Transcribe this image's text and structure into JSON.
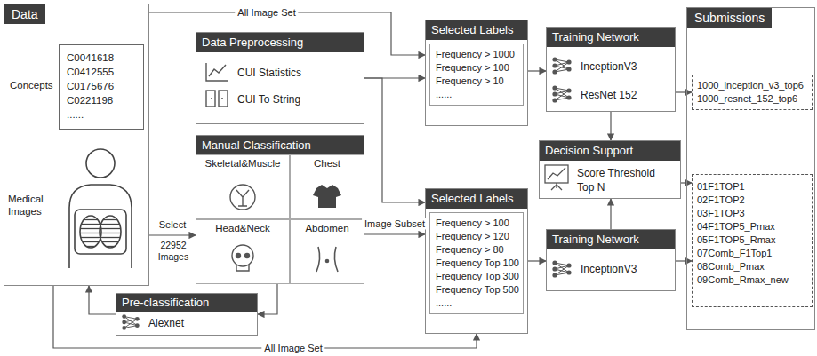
{
  "diagram": {
    "nodes": [
      {
        "text": [
          "Data",
          "Concepts",
          "Medical Images"
        ]
      },
      {
        "text": [
          "C0041618",
          "C0412555",
          "C0175676",
          "C0221198",
          "......"
        ],
        "in": 0
      },
      {
        "text": [
          "Data Preprocessing",
          "CUI Statistics",
          "CUI To String"
        ]
      },
      {
        "text": [
          "Manual Classification"
        ]
      },
      {
        "text": [
          "Skeletal&Muscle"
        ],
        "in": 3
      },
      {
        "text": [
          "Chest"
        ],
        "in": 3
      },
      {
        "text": [
          "Head&Neck"
        ],
        "in": 3
      },
      {
        "text": [
          "Abdomen"
        ],
        "in": 3
      },
      {
        "text": [
          "Pre-classification",
          "Alexnet"
        ]
      },
      {
        "text": [
          "Selected Labels",
          "Frequency > 1000",
          "Frequency > 100",
          "Frequency > 10",
          "......"
        ]
      },
      {
        "text": [
          "Training Network",
          "InceptionV3",
          "ResNet 152"
        ]
      },
      {
        "text": [
          "Decision Support",
          "Score Threshold",
          "Top N"
        ]
      },
      {
        "text": [
          "Selected Labels",
          "Frequency > 100",
          "Frequency > 120",
          "Frequency > 80",
          "Frequency Top 100",
          "Frequency Top 300",
          "Frequency Top 500",
          "......"
        ]
      },
      {
        "text": [
          "Training Network",
          "InceptionV3"
        ]
      },
      {
        "text": [
          "Submissions"
        ]
      },
      {
        "text": [
          "1000_inception_v3_top6",
          "1000_resnet_152_top6"
        ],
        "in": 14
      },
      {
        "text": [
          "01F1TOP1",
          "02F1TOP2",
          "03F1TOP3",
          "04F1TOP5_Pmax",
          "05F1TOP5_Rmax",
          "07Comb_F1Top1",
          "08Comb_Pmax",
          "09Comb_Rmax_new"
        ],
        "in": 14
      }
    ],
    "edges": [
      {
        "from": 0,
        "to": 9,
        "arrow": "to",
        "label": "All Image Set"
      },
      {
        "from": 2,
        "to": 9,
        "arrow": "to"
      },
      {
        "from": 2,
        "to": 12,
        "arrow": "to"
      },
      {
        "from": 0,
        "to": 3,
        "arrow": "to",
        "label": "Select"
      },
      {
        "from": 3,
        "to": 12,
        "arrow": "to",
        "label": "Image Subset"
      },
      {
        "from": 3,
        "to": 8,
        "arrow": "to"
      },
      {
        "from": 8,
        "to": 0,
        "arrow": "to"
      },
      {
        "from": 0,
        "to": 12,
        "arrow": "to",
        "label": "All Image Set"
      },
      {
        "from": 9,
        "to": 10,
        "arrow": "to"
      },
      {
        "from": 12,
        "to": 13,
        "arrow": "to"
      },
      {
        "from": 10,
        "to": 11,
        "arrow": "to"
      },
      {
        "from": 13,
        "to": 11,
        "arrow": "to"
      },
      {
        "from": 10,
        "to": 15,
        "arrow": "to"
      },
      {
        "from": 11,
        "to": 16,
        "arrow": "to"
      },
      {
        "from": 13,
        "to": 16,
        "arrow": "to"
      }
    ],
    "labels": [
      "22952 Images"
    ]
  }
}
